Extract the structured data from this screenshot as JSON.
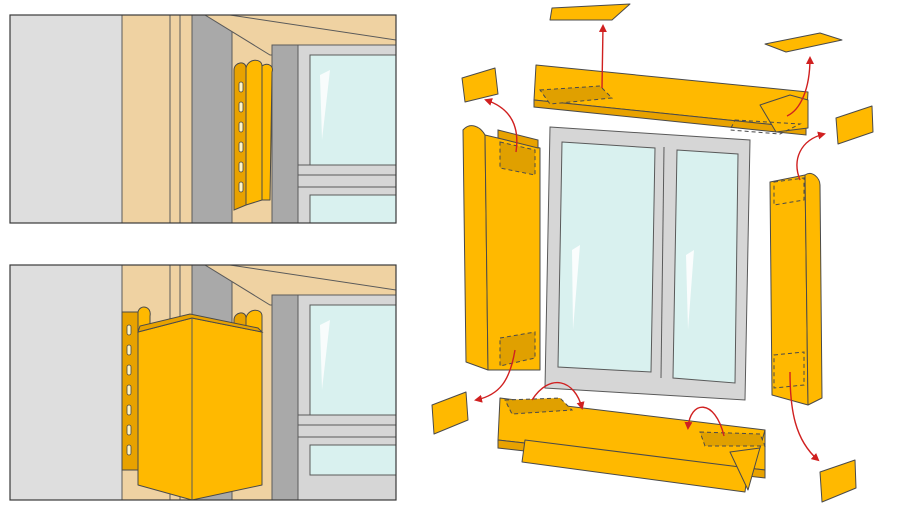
{
  "figure": {
    "panels": [
      "top-detail",
      "bottom-detail",
      "window-trim-exploded"
    ],
    "colors": {
      "trim": "#ffb900",
      "trim_shadow": "#e8a200",
      "wood": "#efd2a2",
      "wall": "#dedede",
      "glass": "#d9f1ef",
      "arrow": "#d02020"
    }
  }
}
